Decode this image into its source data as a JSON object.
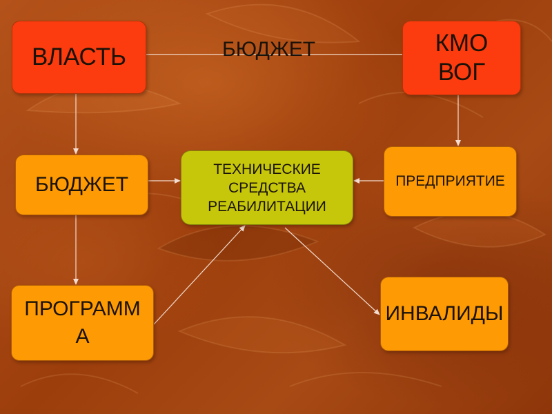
{
  "colors": {
    "background": "#a8460f",
    "box_red": "#fc3c0e",
    "box_orange": "#fe9a04",
    "box_green": "#c6c70a",
    "arrow": "#f3ddd0"
  },
  "diagram": {
    "nodes": {
      "vlast": "ВЛАСТЬ",
      "kmo_line1": "КМО",
      "kmo_line2": "ВОГ",
      "budget": "БЮДЖЕТ",
      "tech_line1": "ТЕХНИЧЕСКИЕ",
      "tech_line2": "СРЕДСТВА",
      "tech_line3": "РЕАБИЛИТАЦИИ",
      "enterprise": "ПРЕДПРИЯТИЕ",
      "program_line1": "ПРОГРАММ",
      "program_line2": "А",
      "disabled": "ИНВАЛИДЫ"
    },
    "edge_label": "БЮДЖЕТ",
    "edges": [
      {
        "from": "vlast",
        "to": "kmo",
        "label": "БЮДЖЕТ",
        "arrow": false
      },
      {
        "from": "vlast",
        "to": "budget",
        "arrow": true
      },
      {
        "from": "kmo",
        "to": "enterprise",
        "arrow": true
      },
      {
        "from": "budget",
        "to": "tech",
        "arrow": true
      },
      {
        "from": "enterprise",
        "to": "tech",
        "arrow": true
      },
      {
        "from": "budget",
        "to": "program",
        "arrow": true
      },
      {
        "from": "program",
        "to": "tech",
        "arrow": true
      },
      {
        "from": "tech",
        "to": "disabled",
        "arrow": true
      }
    ]
  }
}
